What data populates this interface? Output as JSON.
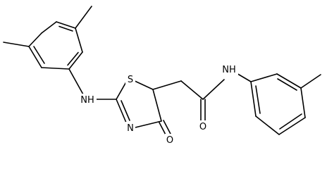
{
  "atom_labels": {
    "nh_left": "NH",
    "s_ring": "S",
    "n_ring": "N",
    "o_ketone": "O",
    "o_amide": "O",
    "nh_right": "NH"
  },
  "colors": {
    "bond": "#000000",
    "text": "#000000",
    "background": "#ffffff"
  }
}
